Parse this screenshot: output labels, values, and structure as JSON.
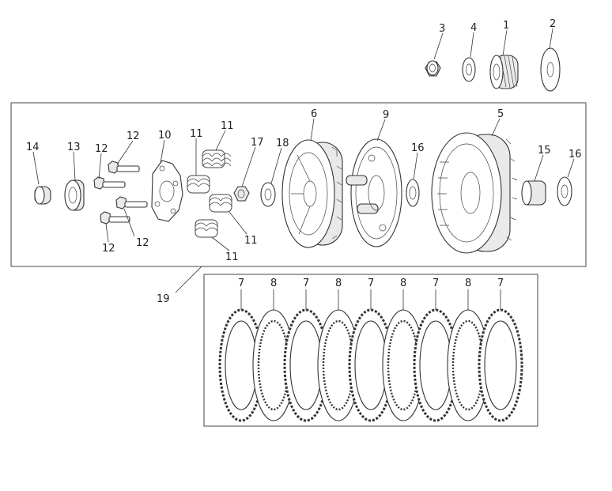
{
  "diagram": {
    "callouts": {
      "c1": "1",
      "c2": "2",
      "c3": "3",
      "c4": "4",
      "c5": "5",
      "c6": "6",
      "c9": "9",
      "c10": "10",
      "c11a": "11",
      "c11b": "11",
      "c11c": "11",
      "c11d": "11",
      "c12a": "12",
      "c12b": "12",
      "c12c": "12",
      "c12d": "12",
      "c13": "13",
      "c14": "14",
      "c15": "15",
      "c16a": "16",
      "c16b": "16",
      "c17": "17",
      "c18": "18",
      "c19": "19",
      "plates": [
        "7",
        "8",
        "7",
        "8",
        "7",
        "8",
        "7",
        "8",
        "7"
      ]
    }
  }
}
